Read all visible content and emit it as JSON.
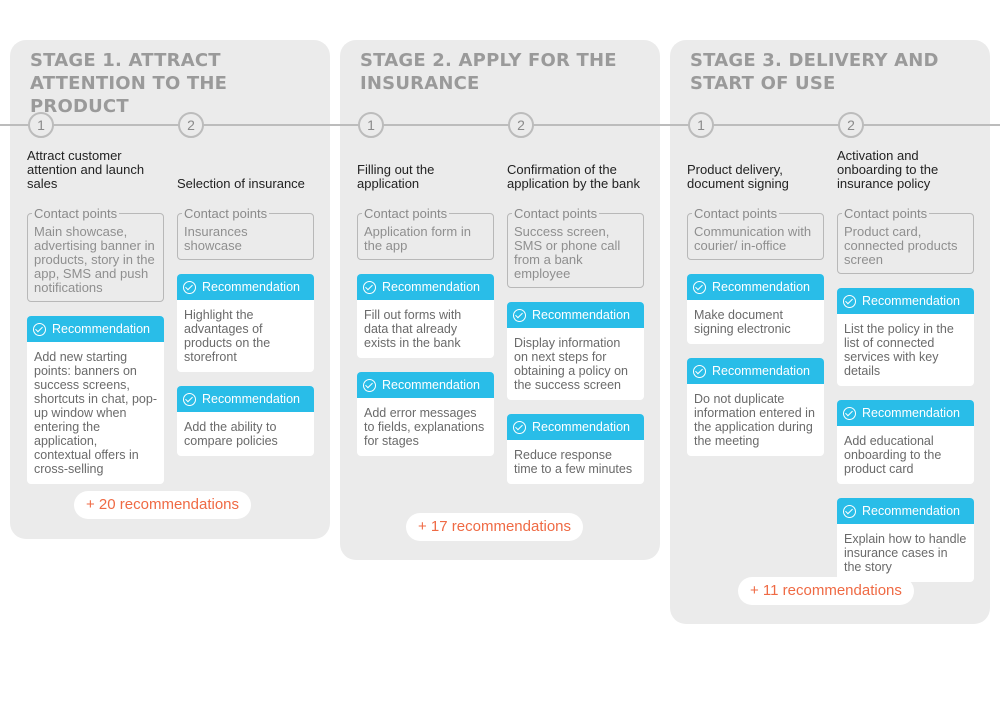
{
  "stages": [
    {
      "title": "Stage 1. Attract attention to the product",
      "more": "+ 20 recommendations",
      "steps": [
        {
          "number": "1",
          "title": "Attract customer attention and launch sales",
          "contact_label": "Contact points",
          "contact_text": "Main showcase, advertising banner in products, story in the app, SMS and push notifications",
          "recommendations": [
            {
              "label": "Recommendation",
              "text": "Add new starting points: banners on success screens, shortcuts in chat, pop-up window when entering the application, contextual offers in cross-selling"
            }
          ]
        },
        {
          "number": "2",
          "title": "Selection of insurance",
          "contact_label": "Contact points",
          "contact_text": "Insurances showcase",
          "recommendations": [
            {
              "label": "Recommendation",
              "text": "Highlight the advantages of products on the storefront"
            },
            {
              "label": "Recommendation",
              "text": "Add the ability to compare policies"
            }
          ]
        }
      ]
    },
    {
      "title": "Stage 2. Apply for the insurance",
      "more": "+ 17 recommendations",
      "steps": [
        {
          "number": "1",
          "title": "Filling out the application",
          "contact_label": "Contact points",
          "contact_text": "Application form in the app",
          "recommendations": [
            {
              "label": "Recommendation",
              "text": "Fill out forms with data that already exists in the bank"
            },
            {
              "label": "Recommendation",
              "text": "Add error messages to fields, explanations for stages"
            }
          ]
        },
        {
          "number": "2",
          "title": "Confirmation of the application by the bank",
          "contact_label": "Contact points",
          "contact_text": "Success screen, SMS or phone call from a bank employee",
          "recommendations": [
            {
              "label": "Recommendation",
              "text": "Display information on next steps for obtaining a policy on the success screen"
            },
            {
              "label": "Recommendation",
              "text": "Reduce response time to a few minutes"
            }
          ]
        }
      ]
    },
    {
      "title": "Stage 3. Delivery and start of use",
      "more": "+ 11 recommendations",
      "steps": [
        {
          "number": "1",
          "title": "Product delivery, document signing",
          "contact_label": "Contact points",
          "contact_text": "Communication with courier/ in-office",
          "recommendations": [
            {
              "label": "Recommendation",
              "text": "Make document signing electronic"
            },
            {
              "label": "Recommendation",
              "text": "Do not duplicate information entered in the application during the meeting"
            }
          ]
        },
        {
          "number": "2",
          "title": "Activation and onboarding to the insurance policy",
          "contact_label": "Contact points",
          "contact_text": "Product card, connected products screen",
          "recommendations": [
            {
              "label": "Recommendation",
              "text": "List the policy in the list of connected services with key details"
            },
            {
              "label": "Recommendation",
              "text": "Add educational onboarding to the product card"
            },
            {
              "label": "Recommendation",
              "text": "Explain how to handle insurance cases in the story"
            }
          ]
        }
      ]
    }
  ],
  "colors": {
    "accent": "#29bde8",
    "highlight": "#ef6a44",
    "panel": "#ebebeb",
    "title": "#9a9a9a"
  }
}
